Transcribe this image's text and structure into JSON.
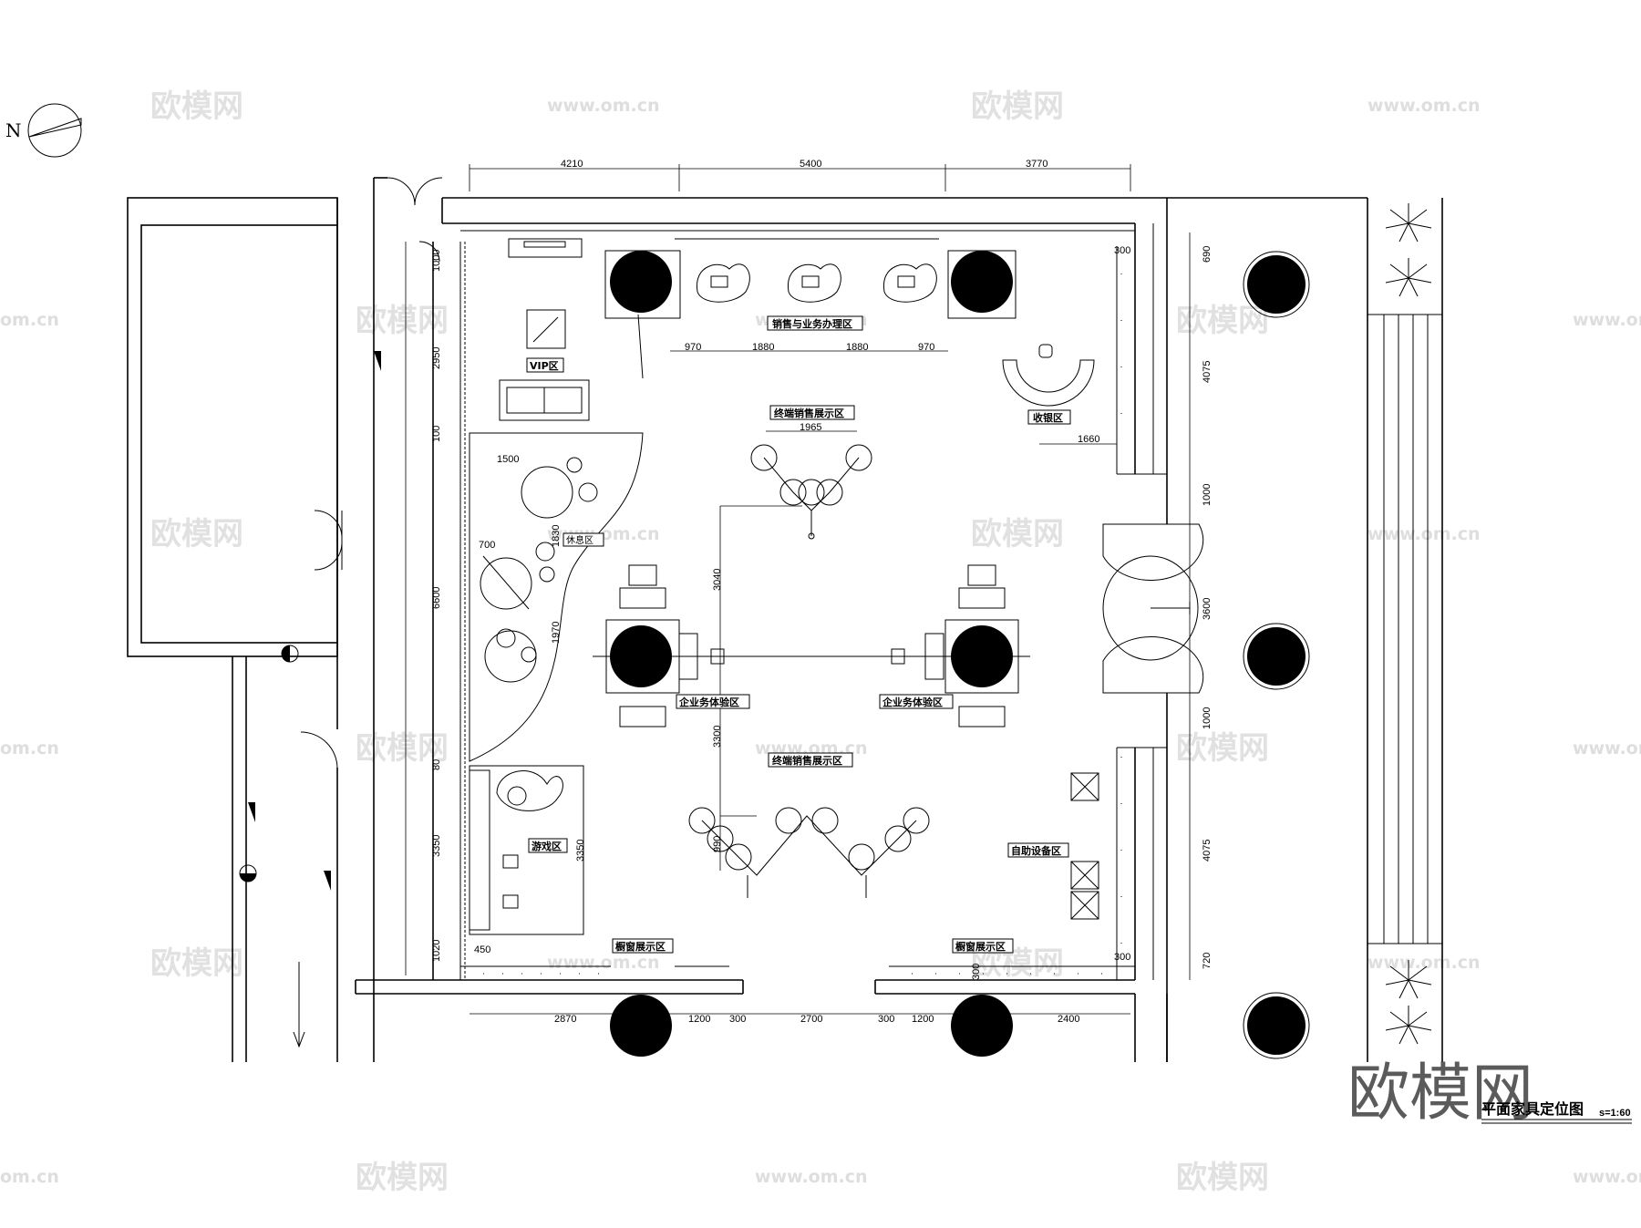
{
  "north_label": "N",
  "zones": {
    "sales_office": "销售与业务办理区",
    "vip": "VIP区",
    "cashier": "收银区",
    "terminal_top": "终端销售展示区",
    "rest": "休息区",
    "enterprise_left": "企业务体验区",
    "enterprise_right": "企业务体验区",
    "terminal_bottom": "终端销售展示区",
    "self_service": "自助设备区",
    "game": "游戏区",
    "window_left": "橱窗展示区",
    "window_right": "橱窗展示区"
  },
  "dims": {
    "top_1": "4210",
    "top_2": "5400",
    "top_3": "3770",
    "left_1": "1000",
    "left_2": "2950",
    "left_3": "100",
    "left_4": "6600",
    "left_5": "80",
    "left_6": "3350",
    "left_7": "1020",
    "right_1": "300",
    "right_2": "690",
    "right_3": "4075",
    "right_4": "1000",
    "right_5": "3600",
    "right_6": "1000",
    "right_7": "4075",
    "right_8": "300",
    "right_9": "720",
    "bottom_1": "2870",
    "bottom_2": "1200",
    "bottom_3": "300",
    "bottom_4": "2700",
    "bottom_5": "300",
    "bottom_6": "1200",
    "bottom_7": "2400",
    "desk_1": "970",
    "desk_2": "1880",
    "desk_3": "1880",
    "desk_4": "970",
    "terminal_w": "1965",
    "cashier_w": "1660",
    "rest_w": "1500",
    "rest_chair": "700",
    "rest_h1": "1830",
    "rest_h2": "1970",
    "axis_v1": "3040",
    "axis_v2": "3300",
    "term_h": "990",
    "game_h": "3350",
    "window_depth": "450",
    "window_right_depth": "300"
  },
  "watermark": {
    "brand": "欧模网",
    "url": "www.om.cn",
    "url_short": "om.cn"
  },
  "footer": {
    "title": "平面家具定位图",
    "scale": "s=1:60"
  }
}
